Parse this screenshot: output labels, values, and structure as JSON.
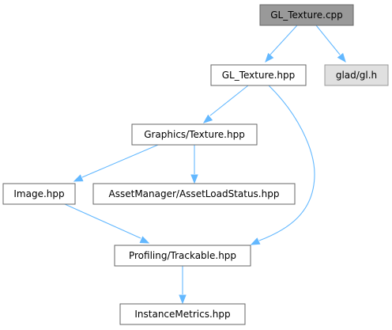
{
  "diagram": {
    "nodes": [
      {
        "id": "gl_texture_cpp",
        "label": "GL_Texture.cpp",
        "style": "root"
      },
      {
        "id": "gl_texture_hpp",
        "label": "GL_Texture.hpp",
        "style": "normal"
      },
      {
        "id": "glad_gl_h",
        "label": "glad/gl.h",
        "style": "external"
      },
      {
        "id": "graphics_texture_hpp",
        "label": "Graphics/Texture.hpp",
        "style": "normal"
      },
      {
        "id": "image_hpp",
        "label": "Image.hpp",
        "style": "normal"
      },
      {
        "id": "asset_load_status_hpp",
        "label": "AssetManager/AssetLoadStatus.hpp",
        "style": "normal"
      },
      {
        "id": "profiling_trackable_hpp",
        "label": "Profiling/Trackable.hpp",
        "style": "normal"
      },
      {
        "id": "instance_metrics_hpp",
        "label": "InstanceMetrics.hpp",
        "style": "normal"
      }
    ],
    "edges": [
      {
        "from": "gl_texture_cpp",
        "to": "gl_texture_hpp"
      },
      {
        "from": "gl_texture_cpp",
        "to": "glad_gl_h"
      },
      {
        "from": "gl_texture_hpp",
        "to": "graphics_texture_hpp"
      },
      {
        "from": "gl_texture_hpp",
        "to": "profiling_trackable_hpp"
      },
      {
        "from": "graphics_texture_hpp",
        "to": "image_hpp"
      },
      {
        "from": "graphics_texture_hpp",
        "to": "asset_load_status_hpp"
      },
      {
        "from": "image_hpp",
        "to": "profiling_trackable_hpp"
      },
      {
        "from": "profiling_trackable_hpp",
        "to": "instance_metrics_hpp"
      }
    ],
    "colors": {
      "root_fill": "#999999",
      "root_stroke": "#666666",
      "normal_fill": "#ffffff",
      "normal_stroke": "#666666",
      "external_fill": "#e0e0e0",
      "external_stroke": "#999999",
      "edge": "#63b8ff"
    }
  }
}
